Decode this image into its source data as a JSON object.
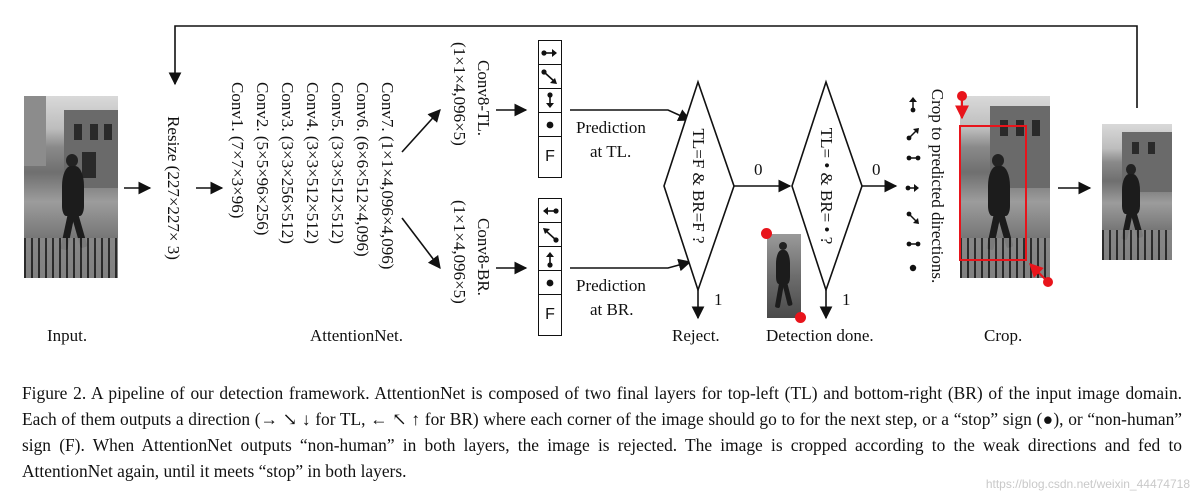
{
  "figure": {
    "labels": {
      "input": "Input.",
      "resize": "Resize (227×227× 3)",
      "attentionnet": "AttentionNet.",
      "conv_layers": [
        "Conv1. (7×7×3×96)",
        "Conv2. (5×5×96×256)",
        "Conv3. (3×3×256×512)",
        "Conv4. (3×3×512×512)",
        "Conv5. (3×3×512×512)",
        "Conv6. (6×6×512×4,096)",
        "Conv7. (1×1×4,096×4,096)"
      ],
      "conv8_tl_line1": "Conv8-TL.",
      "conv8_tl_line2": "(1×1×4,096×5)",
      "conv8_br_line1": "Conv8-BR.",
      "conv8_br_line2": "(1×1×4,096×5)",
      "prediction_tl_line1": "Prediction",
      "prediction_tl_line2": "at TL.",
      "prediction_br_line1": "Prediction",
      "prediction_br_line2": "at BR.",
      "diamond1": "TL=F & BR=F ?",
      "diamond2": "TL= • & BR= • ?",
      "edge_zero_1": "0",
      "edge_zero_2": "0",
      "edge_one_1": "1",
      "edge_one_2": "1",
      "reject": "Reject.",
      "detection_done": "Detection done.",
      "crop_directions": "Crop to predicted directions.",
      "crop": "Crop.",
      "stop_symbol": "•",
      "nonhuman_symbol": "F"
    },
    "colors": {
      "stroke": "#111111",
      "marker": "#e8141b",
      "crop_box": "#e8141b"
    },
    "icons": {
      "tl_directions": [
        "arrow-right-icon",
        "arrow-down-right-icon",
        "arrow-down-icon",
        "stop-dot-icon",
        "nonhuman-f-icon"
      ],
      "br_directions": [
        "arrow-left-icon",
        "arrow-up-left-icon",
        "arrow-up-icon",
        "stop-dot-icon",
        "nonhuman-f-icon"
      ]
    }
  },
  "caption": {
    "text": "Figure 2. A pipeline of our detection framework. AttentionNet is composed of two final layers for top-left (TL) and bottom-right (BR) of the input image domain. Each of them outputs a direction (→ ↘ ↓ for TL, ← ↖ ↑ for BR) where each corner of the image should go to for the next step, or a “stop” sign (●), or “non-human” sign (F). When AttentionNet outputs “non-human” in both layers, the image is rejected. The image is cropped according to the weak directions and fed to AttentionNet again, until it meets “stop” in both layers."
  },
  "watermark": "https://blog.csdn.net/weixin_44474718"
}
